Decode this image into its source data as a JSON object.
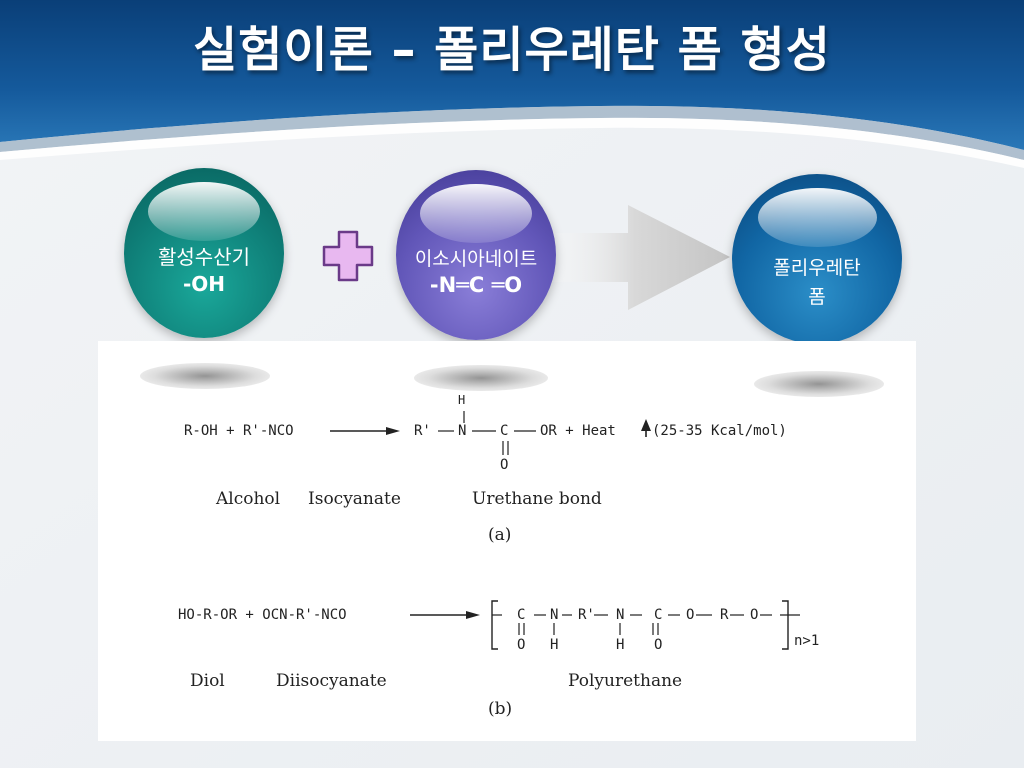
{
  "slide": {
    "title": "실험이론 – 폴리우레탄 폼 형성"
  },
  "circles": {
    "hydroxyl": {
      "line1": "활성수산기",
      "line2": "-OH"
    },
    "isocyanate": {
      "line1": "이소시아네이트",
      "line2": "-N═C ═O"
    },
    "polyurethane": {
      "line1": "폴리우레탄",
      "line2": "폼"
    }
  },
  "reaction_a": {
    "lhs": "R-OH + R'-NCO",
    "rhs_r": "R'",
    "rhs_n": "N",
    "rhs_h": "H",
    "rhs_c": "C",
    "rhs_or": "OR + Heat",
    "rhs_o": "O",
    "energy": "(25-35 Kcal/mol)",
    "label_alcohol": "Alcohol",
    "label_isocyanate": "Isocyanate",
    "label_urethane": "Urethane bond",
    "caption": "(a)"
  },
  "reaction_b": {
    "lhs": "HO-R-OR + OCN-R'-NCO",
    "c1": "C",
    "n1": "N",
    "r2": "R'",
    "n2": "N",
    "c2": "C",
    "o1": "O",
    "r3": "R",
    "o2": "O",
    "sub_o1": "O",
    "sub_h1": "H",
    "sub_h2": "H",
    "sub_o2": "O",
    "repeat": "n>1",
    "label_diol": "Diol",
    "label_diisocyanate": "Diisocyanate",
    "label_polyurethane": "Polyurethane",
    "caption": "(b)"
  },
  "colors": {
    "header_blue": "#0b4a86",
    "hydroxyl_circle": "#0f7f78",
    "isocyanate_circle": "#6156b8",
    "polyurethane_circle": "#1166a4",
    "plus_fill": "#e8b8f0",
    "plus_stroke": "#6a3a88"
  },
  "icons": {
    "plus": "plus-icon",
    "arrow": "right-arrow-icon"
  }
}
